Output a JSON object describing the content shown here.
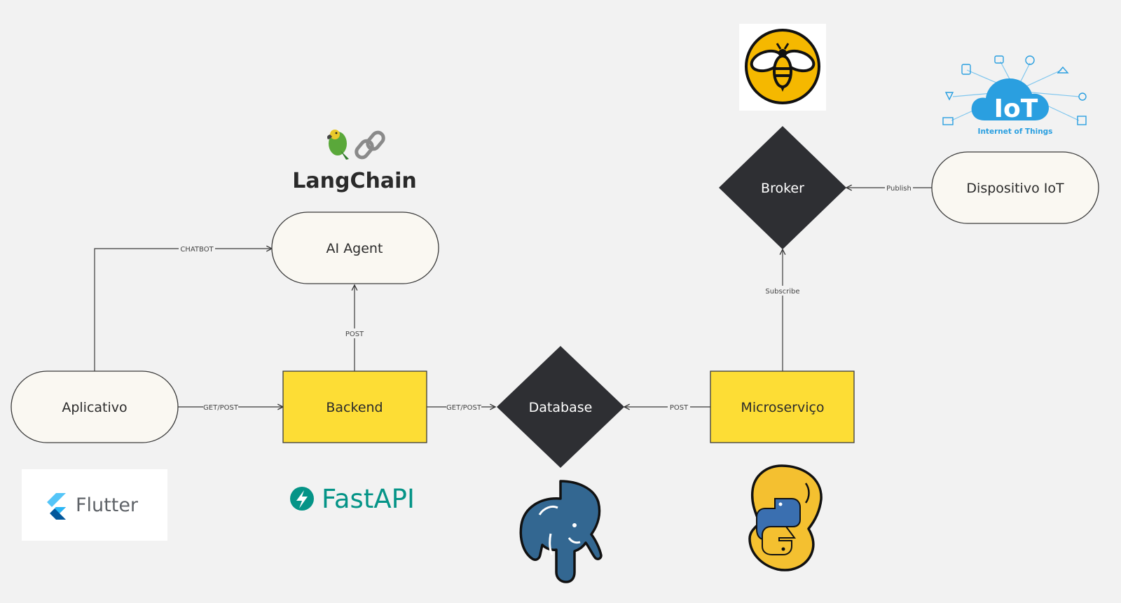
{
  "nodes": {
    "aplicativo": {
      "label": "Aplicativo"
    },
    "backend": {
      "label": "Backend"
    },
    "database": {
      "label": "Database"
    },
    "microservico": {
      "label": "Microserviço"
    },
    "broker": {
      "label": "Broker"
    },
    "dispositivo": {
      "label": "Dispositivo IoT"
    },
    "ai_agent": {
      "label": "AI Agent"
    }
  },
  "edges": {
    "chatbot": "CHATBOT",
    "app_backend": "GET/POST",
    "backend_db": "GET/POST",
    "backend_agent": "POST",
    "micro_db": "POST",
    "subscribe": "Subscribe",
    "publish": "Publish"
  },
  "logos": {
    "langchain": {
      "text": "LangChain",
      "icon": "parrot-chain-emoji"
    },
    "flutter": {
      "text": "Flutter",
      "icon": "flutter-icon"
    },
    "fastapi": {
      "text": "FastAPI",
      "icon": "fastapi-icon"
    },
    "iot": {
      "text": "IoT",
      "subtitle": "Internet of Things",
      "icon": "iot-cloud-icon"
    },
    "postgres": {
      "icon": "postgres-elephant-icon"
    },
    "python_postgres": {
      "icon": "python-postgres-icon"
    },
    "mosquitto": {
      "icon": "bee-icon"
    }
  },
  "colors": {
    "background": "#f2f2f2",
    "cream_node": "#faf8f2",
    "yellow_node": "#fddd35",
    "dark_node": "#2e2f33",
    "fastapi_teal": "#059487",
    "iot_blue": "#2a9fe0",
    "postgres_blue": "#336791",
    "bee_yellow": "#f5b800"
  }
}
